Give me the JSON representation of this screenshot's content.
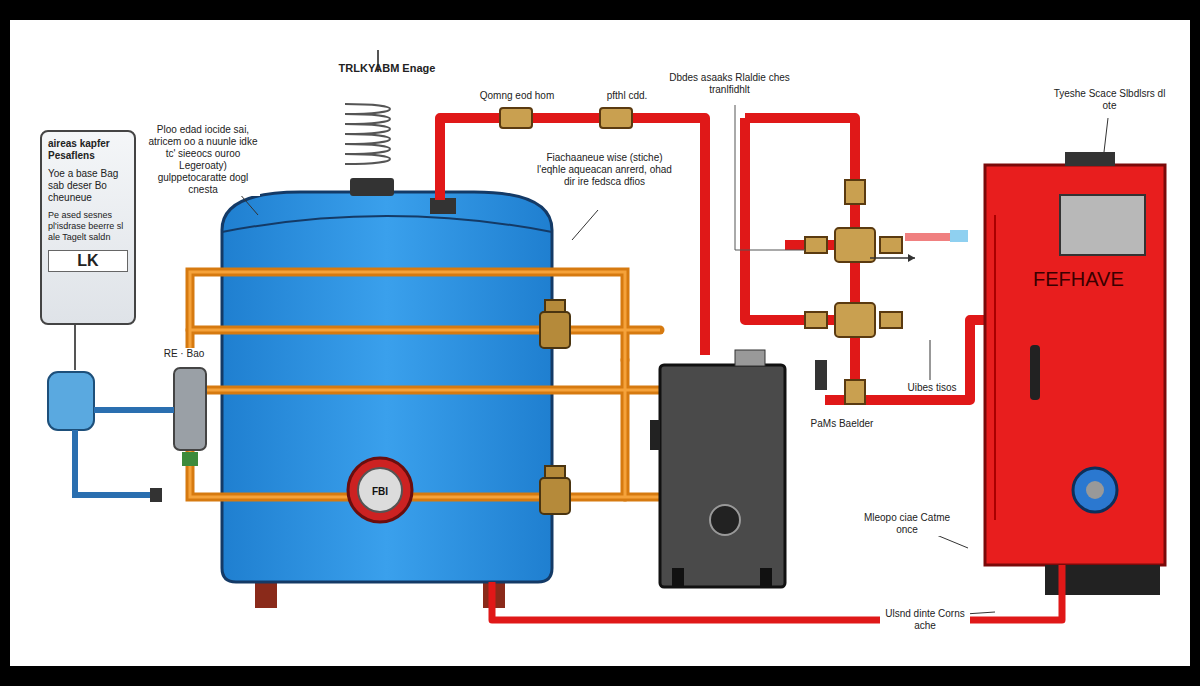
{
  "diagram": {
    "nodes": [
      {
        "text": [
          "aireas kapfer Pesaflens",
          "Yoe a base Bag sab deser Bo cheuneue",
          "Pe ased sesnes pl'isdrase beerre sl ale Tagelt saldn",
          "LK"
        ]
      },
      {
        "text": [
          "TRLKYABM Enage"
        ]
      },
      {
        "text": [
          "FBI"
        ],
        "in": 1
      },
      {
        "text": [
          "FEFHAVE"
        ]
      }
    ],
    "edges": [
      {
        "from": 1,
        "to": 3,
        "arrow": "none"
      }
    ],
    "labels": [
      "Ploo edad iocide sai, atricem oo a nuunle idke tc' sieeocs ouroo Legeroaty) gulppetocaratte dogl cnesta",
      "Qomng eod hom",
      "pfthl cdd.",
      "Dbdes asaaks Rlaldie ches tranlfidhlt",
      "Fiachaaneue wise (stiche) l'eqhle aqueacan anrerd, ohad dir ire fedsca dfios",
      "Tyeshe Scace Slbdlsrs dl ote",
      "RE · Bao",
      "Uibes tisos",
      "PaMs Baelder",
      "Mleopo ciae Catme once",
      "Ulsnd dinte Corns ache"
    ]
  }
}
